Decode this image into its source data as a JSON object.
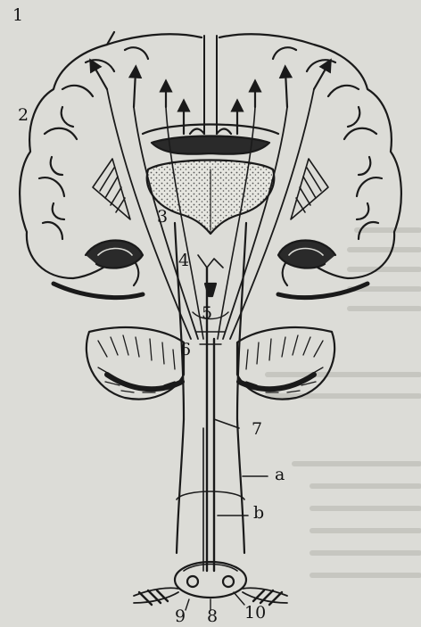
{
  "figure": {
    "labels": {
      "n1": "1",
      "n2": "2",
      "n3": "3",
      "n4": "4",
      "n5": "5",
      "n6": "6",
      "n7": "7",
      "a": "a",
      "b": "b",
      "n8": "8",
      "n9": "9",
      "n10": "10"
    }
  },
  "colors": {
    "ink": "#1a1a1a",
    "paper": "#dcdcd7",
    "stipple": "#5a5a5a"
  }
}
